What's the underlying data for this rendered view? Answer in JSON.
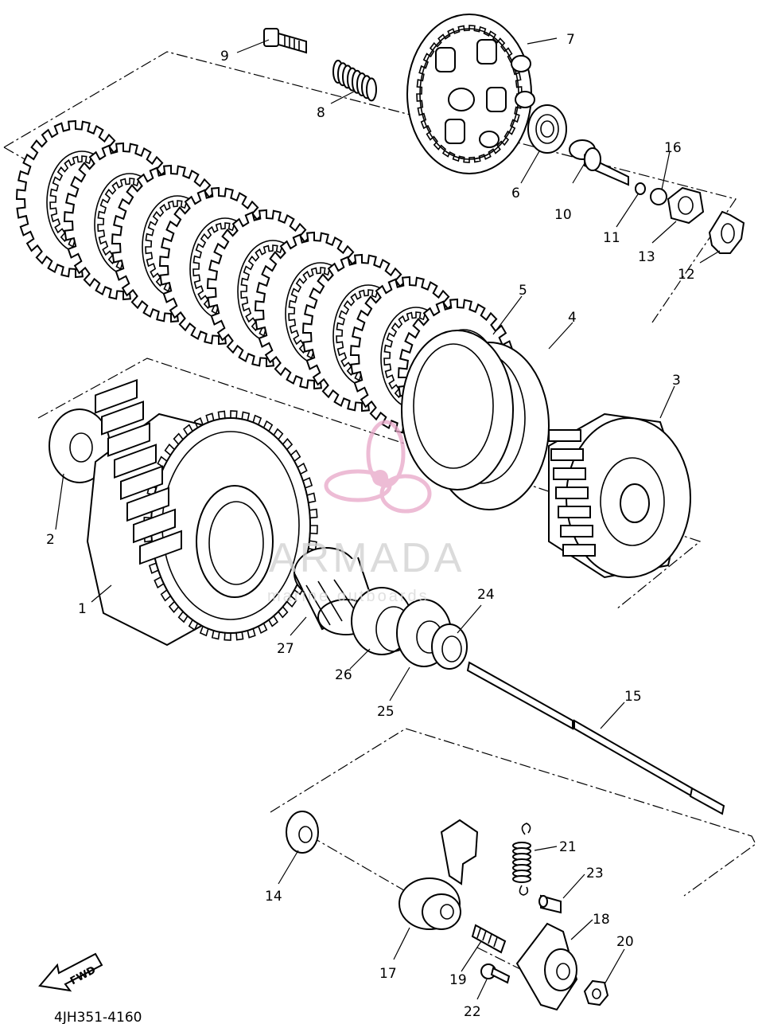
{
  "diagram": {
    "drawing_code": "4JH351-4160",
    "direction_label": "FWD",
    "callouts": [
      {
        "id": "c1",
        "label": "1"
      },
      {
        "id": "c2",
        "label": "2"
      },
      {
        "id": "c3",
        "label": "3"
      },
      {
        "id": "c4",
        "label": "4"
      },
      {
        "id": "c5",
        "label": "5"
      },
      {
        "id": "c6",
        "label": "6"
      },
      {
        "id": "c7",
        "label": "7"
      },
      {
        "id": "c8",
        "label": "8"
      },
      {
        "id": "c9",
        "label": "9"
      },
      {
        "id": "c10",
        "label": "10"
      },
      {
        "id": "c11",
        "label": "11"
      },
      {
        "id": "c12",
        "label": "12"
      },
      {
        "id": "c13",
        "label": "13"
      },
      {
        "id": "c14",
        "label": "14"
      },
      {
        "id": "c15",
        "label": "15"
      },
      {
        "id": "c16",
        "label": "16"
      },
      {
        "id": "c17",
        "label": "17"
      },
      {
        "id": "c18",
        "label": "18"
      },
      {
        "id": "c19",
        "label": "19"
      },
      {
        "id": "c20",
        "label": "20"
      },
      {
        "id": "c21",
        "label": "21"
      },
      {
        "id": "c22",
        "label": "22"
      },
      {
        "id": "c23",
        "label": "23"
      },
      {
        "id": "c24",
        "label": "24"
      },
      {
        "id": "c25",
        "label": "25"
      },
      {
        "id": "c26",
        "label": "26"
      },
      {
        "id": "c27",
        "label": "27"
      }
    ]
  },
  "watermark": {
    "brand": "ARMADA",
    "tagline": "marine outboards",
    "logo_color": "#e8a6c8"
  }
}
